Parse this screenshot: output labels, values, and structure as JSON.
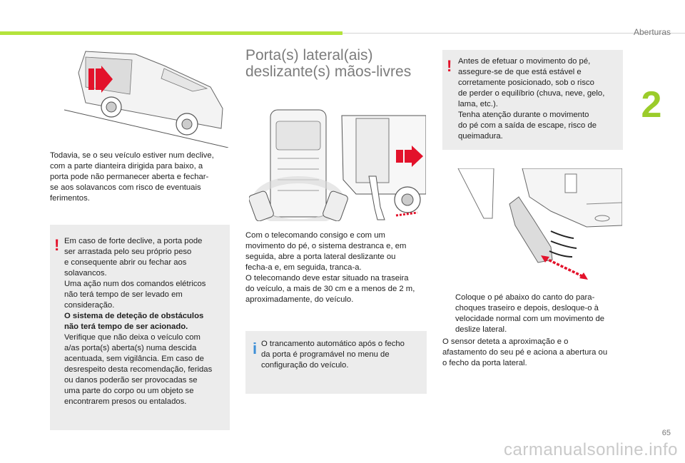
{
  "header": {
    "section_label": "Aberturas",
    "chapter_number": "2",
    "page_number": "65"
  },
  "left": {
    "intro": "Todavia, se o seu veículo estiver num declive,\ncom a parte dianteira dirigida para baixo, a\nporta pode não permanecer aberta e fechar-\nse aos solavancos com risco de eventuais\nferimentos.",
    "warning": {
      "icon": "!",
      "text1": "Em caso de forte declive, a porta pode\nser arrastada pelo seu próprio peso\ne consequente abrir ou fechar aos\nsolavancos.\nUma ação num dos comandos elétricos\nnão terá tempo de ser levado em\nconsideração.",
      "bold": "O sistema de deteção de obstáculos\nnão terá tempo de ser acionado.",
      "text2": "Verifique que não deixa o veículo com\na/as porta(s) aberta(s) numa descida\nacentuada, sem vigilância. Em caso de\ndesrespeito desta recomendação, feridas\nou danos poderão ser provocadas se\numa parte do corpo ou um objeto se\nencontrarem presos ou entalados."
    }
  },
  "middle": {
    "heading": "Porta(s) lateral(ais)\ndeslizante(s) mãos-livres",
    "body": "Com o telecomando consigo e com um\nmovimento do pé, o sistema destranca e, em\nseguida, abre a porta lateral deslizante ou\nfecha-a e, em seguida, tranca-a.\nO telecomando deve estar situado na traseira\ndo veículo, a mais de 30 cm e a menos de 2 m,\naproximadamente, do veículo.",
    "info": {
      "icon": "i",
      "text": "O trancamento automático após o fecho\nda porta é programável no menu de\nconfiguração do veículo."
    }
  },
  "right": {
    "warning": {
      "icon": "!",
      "text": "Antes de efetuar o movimento do pé,\nassegure-se de que está estável e\ncorretamente posicionado, sob o risco\nde perder o equilíbrio (chuva, neve, gelo,\nlama, etc.).\nTenha atenção durante o movimento\ndo pé com a saída de escape, risco de\nqueimadura."
    },
    "bullet_marker": "",
    "bullet": "Coloque o pé abaixo do canto do para-\nchoques traseiro e depois, desloque-o à\nvelocidade normal com um movimento de\ndeslize lateral.",
    "body": "O sensor deteta a aproximação e o\nafastamento do seu pé e aciona a abertura ou\no fecho da porta lateral."
  },
  "footer": {
    "watermark": "carmanualsonline.info"
  },
  "colors": {
    "accent_green": "#b4e33c",
    "warning_red": "#e3122b",
    "info_blue": "#3e8fd6",
    "box_gray": "#ececec"
  }
}
